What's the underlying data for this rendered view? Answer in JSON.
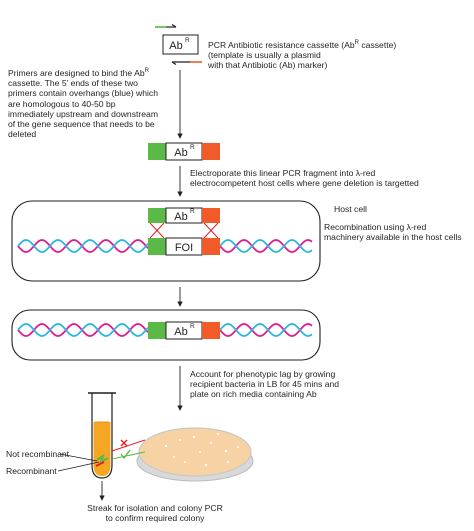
{
  "colors": {
    "green": "#5bb947",
    "orange": "#f15a29",
    "magenta": "#e6198c",
    "cyan": "#27b7e0",
    "red_cross": "#ed1c24",
    "agar": "#f7d2a4",
    "tube_liquid": "#f5a623",
    "line": "#231f20"
  },
  "cassette": {
    "label_main": "Ab",
    "label_sup": "R"
  },
  "foi_label": "FOI",
  "annotations": {
    "step1_line1": "PCR Antibiotic resistance cassette (Ab",
    "step1_sup": "R",
    "step1_line1_end": " cassette)",
    "step1_line2": "(template is usually a plasmid",
    "step1_line3": " with that Antibiotic (Ab) marker)",
    "primers_line1": "Primers are designed to bind the Ab",
    "primers_sup": "R",
    "primers_rest": "cassette. The 5’ ends of these two\nprimers contain overhangs (blue) which\nare homologous to 40-50 bp\nimmediately upstream and downstream\nof the gene sequence that needs to be\ndeleted",
    "electroporate": "Electroporate this linear PCR fragment into λ-red\nelectrocompetent host cells where gene deletion is targetted",
    "host_cell": "Host cell",
    "recombination": "Recombination using λ-red\nmachinery available in the host cells",
    "account": "Account for phenotypic lag by growing\nrecipient bacteria in LB for 45 mins and\nplate on rich media containing Ab",
    "not_recombinant": "Not recombinant",
    "recombinant": "Recombinant",
    "streak": "Streak for isolation and colony PCR\nto confirm required colony"
  }
}
